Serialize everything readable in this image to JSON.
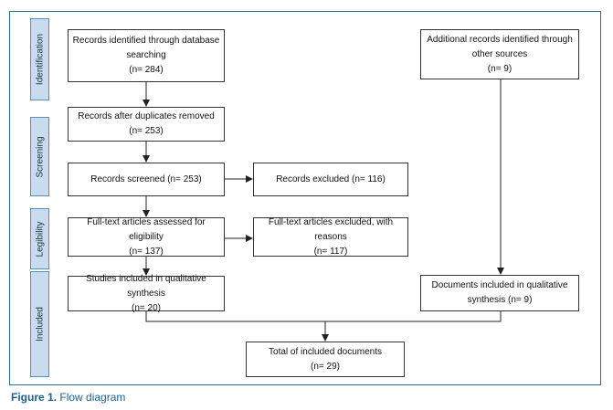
{
  "phases": [
    "Identification",
    "Screening",
    "Legibility",
    "Included"
  ],
  "boxes": {
    "identified_db": [
      "Records identified through database",
      "searching",
      "(n= 284)"
    ],
    "identified_other": [
      "Additional records identified through",
      "other sources",
      "(n= 9)"
    ],
    "after_duplicates": [
      "Records after duplicates removed",
      "(n= 253)"
    ],
    "screened": [
      "Records screened (n= 253)"
    ],
    "excluded": [
      "Records excluded (n= 116)"
    ],
    "fulltext_assessed": [
      "Full-text articles assessed for eligibility",
      "(n= 137)"
    ],
    "fulltext_excluded": [
      "Full-text articles excluded, with reasons",
      "(n= 117)"
    ],
    "studies_included": [
      "Studies included in qualitative synthesis",
      "(n= 20)"
    ],
    "documents_included": [
      "Documents included in qualitative",
      "synthesis (n= 9)"
    ],
    "total": [
      "Total of included documents",
      "(n= 29)"
    ]
  },
  "caption": {
    "label": "Figure 1.",
    "text": "Flow diagram"
  },
  "colors": {
    "frame": "#2a6d96",
    "phase_fill": "#c9dced",
    "caption": "#1d5f93"
  }
}
